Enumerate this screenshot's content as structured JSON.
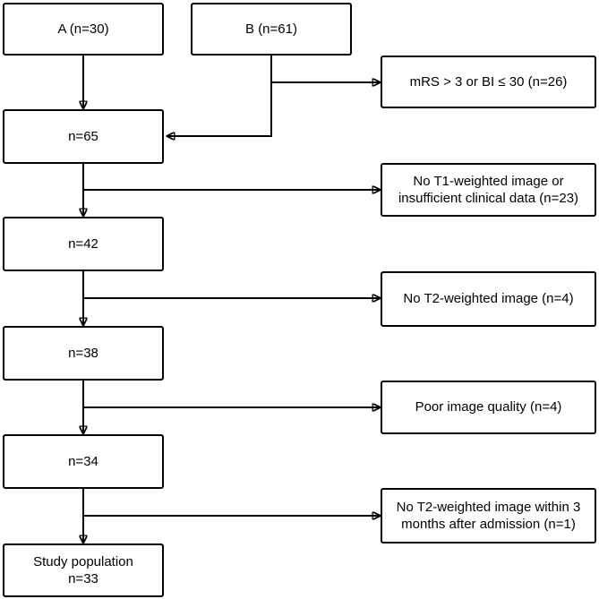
{
  "flow": {
    "main": [
      {
        "label": "A (n=30)"
      },
      {
        "label": "B (n=61)"
      },
      {
        "label": "n=65"
      },
      {
        "label": "n=42"
      },
      {
        "label": "n=38"
      },
      {
        "label": "n=34"
      },
      {
        "label": "Study population\nn=33"
      }
    ],
    "exclusions": [
      {
        "label": "mRS > 3 or BI ≤ 30 (n=26)"
      },
      {
        "label": "No T1-weighted image or\ninsufficient clinical data (n=23)"
      },
      {
        "label": "No T2-weighted image (n=4)"
      },
      {
        "label": "Poor image quality (n=4)"
      },
      {
        "label": "No T2-weighted image within 3\nmonths after admission (n=1)"
      }
    ],
    "colors": {
      "line": "#000000",
      "box_border": "#000000",
      "box_fill": "#ffffff",
      "text": "#000000",
      "background": "#ffffff"
    }
  }
}
